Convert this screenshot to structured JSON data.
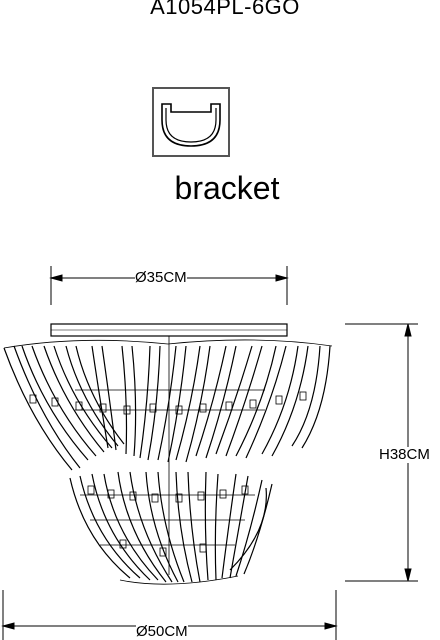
{
  "model": "A1054PL-6GO",
  "bracket": {
    "label": "bracket",
    "icon": "ceiling-bracket-icon"
  },
  "dimensions": {
    "top_diameter": "Ø35CM",
    "height": "H38CM",
    "bottom_diameter": "Ø50CM"
  },
  "colors": {
    "line": "#000000",
    "bracket_frame": "#555555"
  }
}
